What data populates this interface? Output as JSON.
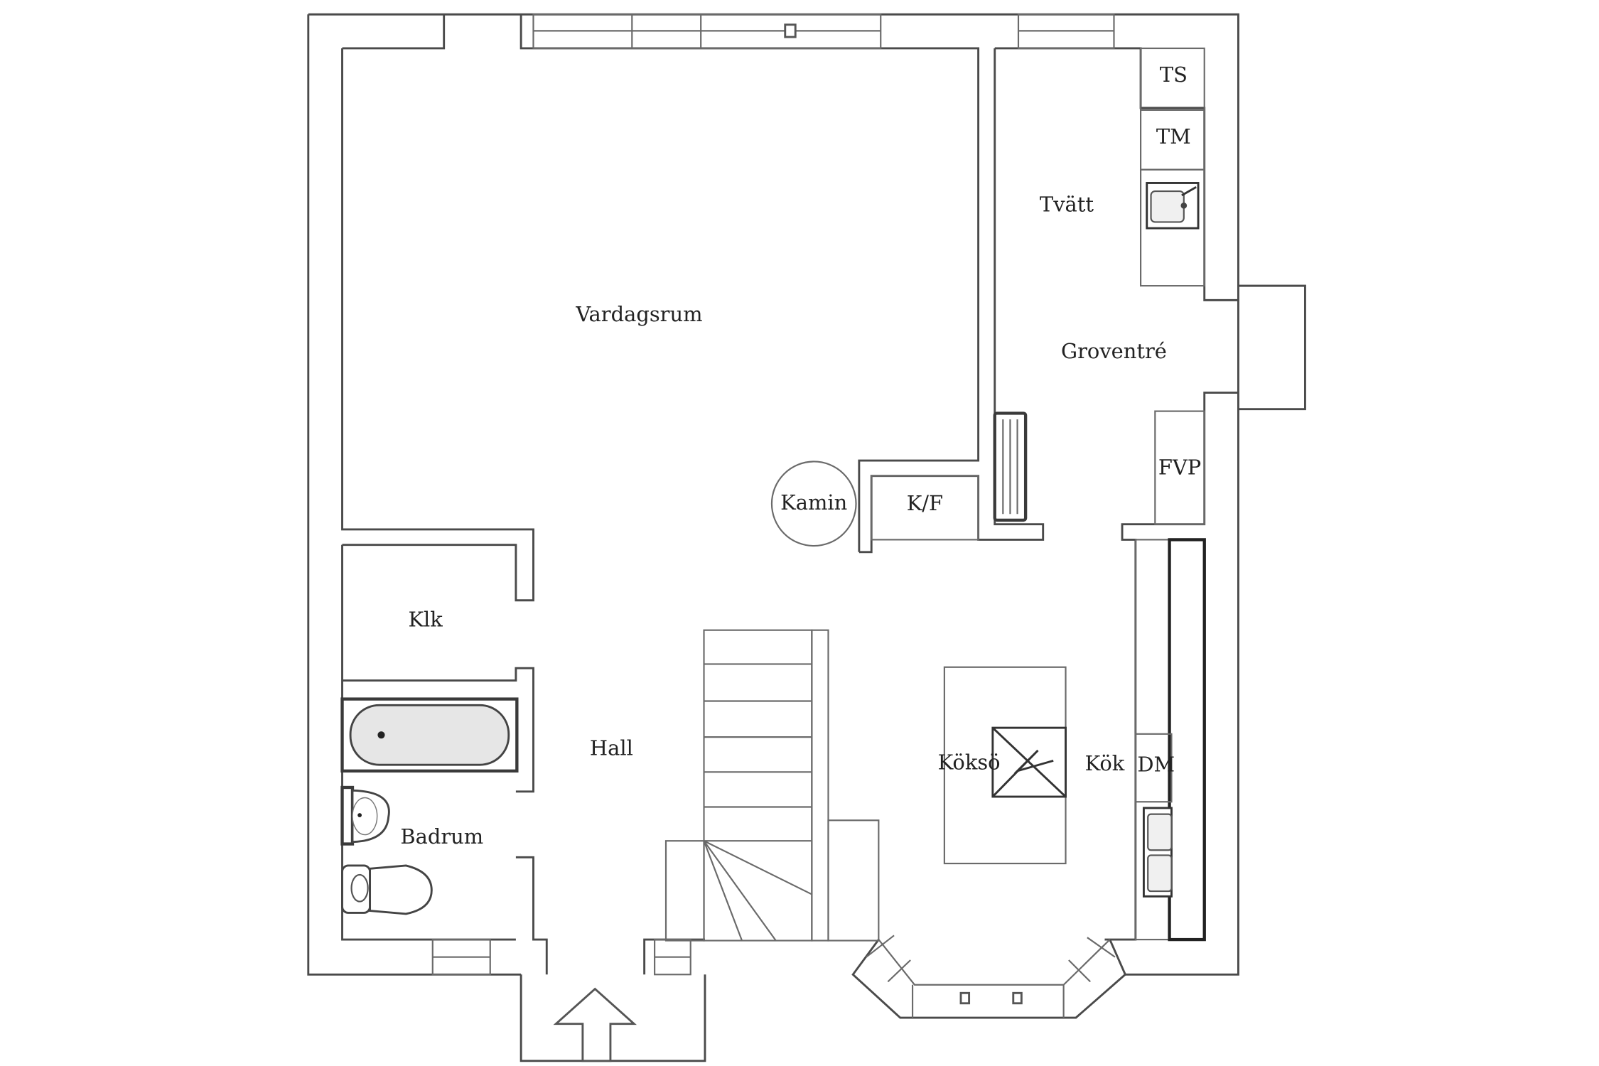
{
  "floor_plan": {
    "rooms": {
      "vardagsrum": "Vardagsrum",
      "tvatt": "Tvätt",
      "groventre": "Groventré",
      "hall": "Hall",
      "klk": "Klk",
      "badrum": "Badrum",
      "kok": "Kök"
    },
    "fixtures": {
      "ts": "TS",
      "tm": "TM",
      "fvp": "FVP",
      "kamin": "Kamin",
      "kf": "K/F",
      "kokso": "Köksö",
      "dm": "DM"
    }
  }
}
